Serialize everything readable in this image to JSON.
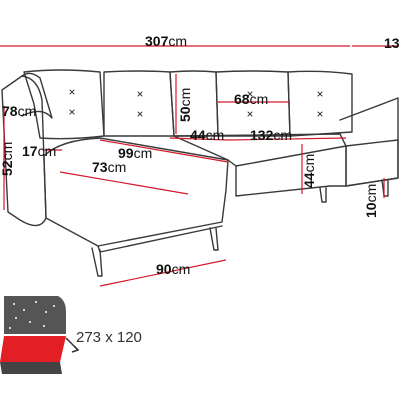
{
  "unit": "cm",
  "colors": {
    "outline": "#3a3a3a",
    "dimension_line": "#d4182c",
    "bed_accent": "#e31e24",
    "bed_dark": "#555555",
    "text": "#111111"
  },
  "dimensions": {
    "total_width": "307",
    "right_partial": "13",
    "left_side_height": "78",
    "side_height_52": "52",
    "armrest": "17",
    "back_height": "50",
    "back_cushion_width": "68",
    "chaise_depth": "99",
    "chaise_inner": "73",
    "seat_depth": "44",
    "seat_width": "132",
    "seat_height": "44",
    "leg_height": "10",
    "chaise_width": "90"
  },
  "bed": {
    "size_label": "273 x 120",
    "icon": "sofa-bed-function-icon"
  }
}
